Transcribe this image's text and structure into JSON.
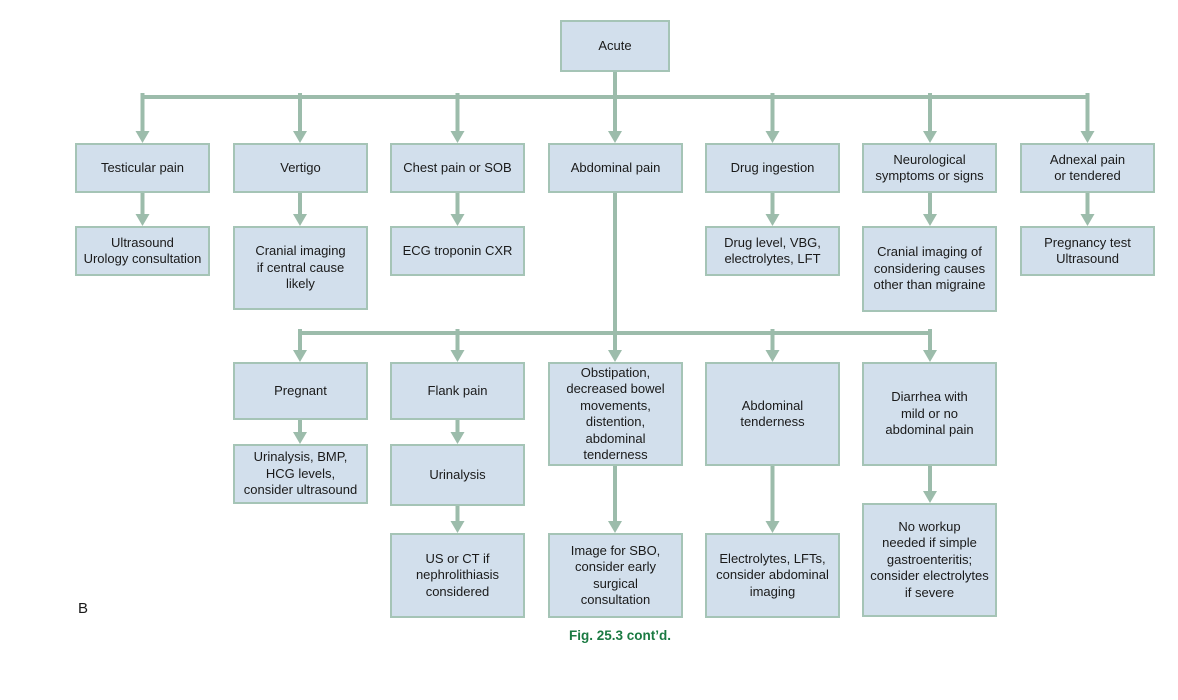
{
  "figure": {
    "panel_label": "B",
    "caption": "Fig. 25.3 cont’d."
  },
  "colors": {
    "node_fill": "#d2dfec",
    "node_border": "#a5c4b6",
    "connector": "#9cbcab",
    "caption_green": "#1b7a42",
    "text": "#1a1a1a",
    "background": "#ffffff"
  },
  "nodes": {
    "acute": {
      "label": "Acute"
    },
    "testicular": {
      "label": "Testicular pain"
    },
    "testicular_workup": {
      "label": "Ultrasound\nUrology consultation"
    },
    "vertigo": {
      "label": "Vertigo"
    },
    "vertigo_workup": {
      "label": "Cranial imaging\nif central cause\nlikely"
    },
    "chest": {
      "label": "Chest pain or SOB"
    },
    "chest_workup": {
      "label": "ECG troponin CXR"
    },
    "abdominal": {
      "label": "Abdominal pain"
    },
    "drug": {
      "label": "Drug ingestion"
    },
    "drug_workup": {
      "label": "Drug level, VBG,\nelectrolytes, LFT"
    },
    "neuro": {
      "label": "Neurological\nsymptoms or signs"
    },
    "neuro_workup": {
      "label": "Cranial imaging of\nconsidering causes\nother than migraine"
    },
    "adnexal": {
      "label": "Adnexal pain\nor tendered"
    },
    "adnexal_workup": {
      "label": "Pregnancy test\nUltrasound"
    },
    "pregnant": {
      "label": "Pregnant"
    },
    "pregnant_workup": {
      "label": "Urinalysis, BMP,\nHCG levels,\nconsider ultrasound"
    },
    "flank": {
      "label": "Flank pain"
    },
    "flank_workup": {
      "label": "Urinalysis"
    },
    "flank_workup2": {
      "label": "US or CT if\nnephrolithiasis\nconsidered"
    },
    "obstipation": {
      "label": "Obstipation,\ndecreased bowel\nmovements,\ndistention,\nabdominal\ntenderness"
    },
    "obstipation_workup": {
      "label": "Image for SBO,\nconsider early\nsurgical\nconsultation"
    },
    "tenderness": {
      "label": "Abdominal\ntenderness"
    },
    "tenderness_workup": {
      "label": "Electrolytes, LFTs,\nconsider abdominal\nimaging"
    },
    "diarrhea": {
      "label": "Diarrhea with\nmild or no\nabdominal pain"
    },
    "diarrhea_workup": {
      "label": "No workup\nneeded if simple\ngastroenteritis;\nconsider electrolytes\nif severe"
    }
  },
  "edges": [
    {
      "from": "acute",
      "to": "testicular"
    },
    {
      "from": "acute",
      "to": "vertigo"
    },
    {
      "from": "acute",
      "to": "chest"
    },
    {
      "from": "acute",
      "to": "abdominal"
    },
    {
      "from": "acute",
      "to": "drug"
    },
    {
      "from": "acute",
      "to": "neuro"
    },
    {
      "from": "acute",
      "to": "adnexal"
    },
    {
      "from": "testicular",
      "to": "testicular_workup"
    },
    {
      "from": "vertigo",
      "to": "vertigo_workup"
    },
    {
      "from": "chest",
      "to": "chest_workup"
    },
    {
      "from": "drug",
      "to": "drug_workup"
    },
    {
      "from": "neuro",
      "to": "neuro_workup"
    },
    {
      "from": "adnexal",
      "to": "adnexal_workup"
    },
    {
      "from": "abdominal",
      "to": "pregnant"
    },
    {
      "from": "abdominal",
      "to": "flank"
    },
    {
      "from": "abdominal",
      "to": "obstipation"
    },
    {
      "from": "abdominal",
      "to": "tenderness"
    },
    {
      "from": "abdominal",
      "to": "diarrhea"
    },
    {
      "from": "pregnant",
      "to": "pregnant_workup"
    },
    {
      "from": "flank",
      "to": "flank_workup"
    },
    {
      "from": "flank_workup",
      "to": "flank_workup2"
    },
    {
      "from": "obstipation",
      "to": "obstipation_workup"
    },
    {
      "from": "tenderness",
      "to": "tenderness_workup"
    },
    {
      "from": "diarrhea",
      "to": "diarrhea_workup"
    }
  ]
}
